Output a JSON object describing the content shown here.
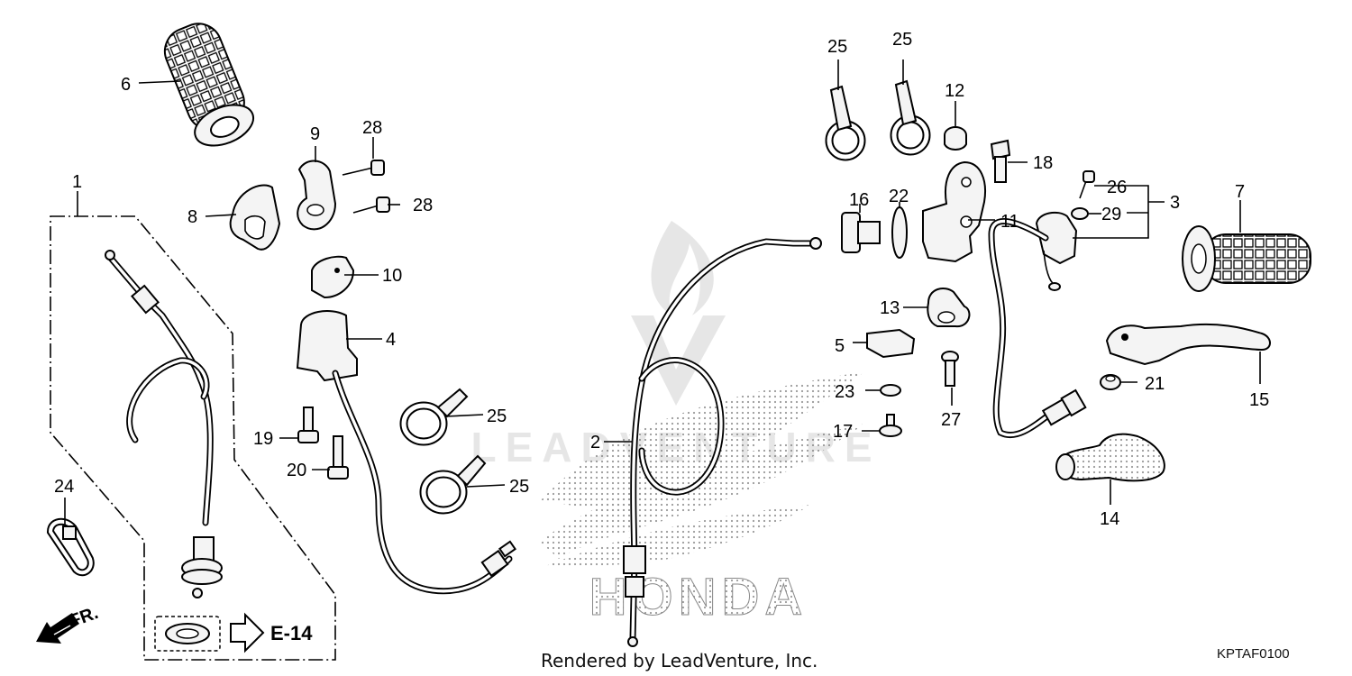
{
  "diagram": {
    "footer_text": "Rendered by LeadVenture, Inc.",
    "diagram_code": "KPTAF0100",
    "reference": "E-14",
    "direction_label": "FR.",
    "watermark_text": "LEADVENTURE",
    "logo_text": "HONDA",
    "callouts": {
      "c1": "1",
      "c2": "2",
      "c3": "3",
      "c4": "4",
      "c5": "5",
      "c6": "6",
      "c7": "7",
      "c8": "8",
      "c9": "9",
      "c10": "10",
      "c11": "11",
      "c12": "12",
      "c13": "13",
      "c14": "14",
      "c15": "15",
      "c16": "16",
      "c17": "17",
      "c18": "18",
      "c19": "19",
      "c20": "20",
      "c21": "21",
      "c22": "22",
      "c23": "23",
      "c24": "24",
      "c25a": "25",
      "c25b": "25",
      "c25c": "25",
      "c25d": "25",
      "c26": "26",
      "c27": "27",
      "c28a": "28",
      "c28b": "28",
      "c29": "29"
    }
  }
}
